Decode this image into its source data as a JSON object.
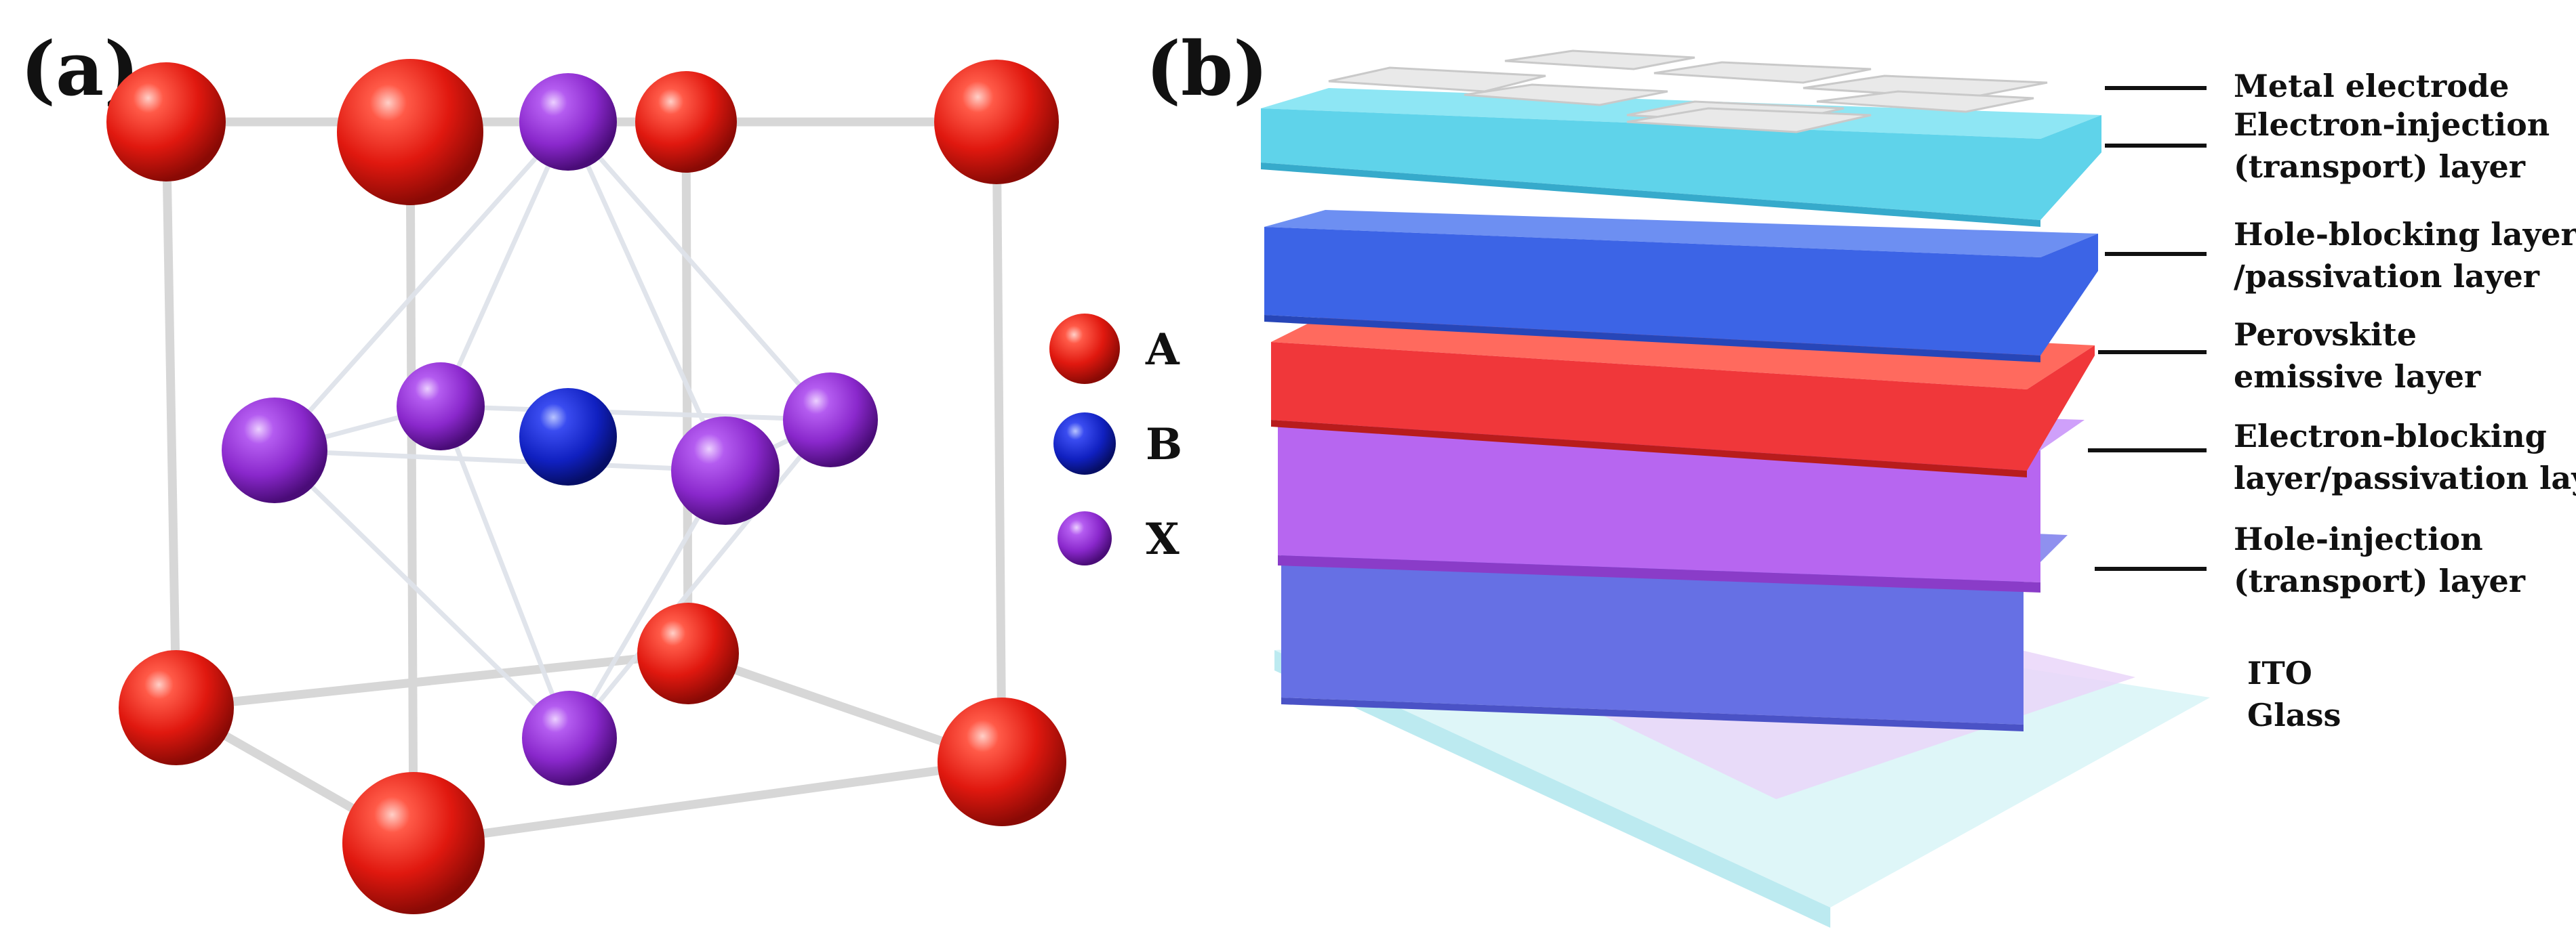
{
  "panel_a": {
    "label": "(a)",
    "legend": [
      {
        "name": "A",
        "color": "#e8221c"
      },
      {
        "name": "B",
        "color": "#1428c8"
      },
      {
        "name": "X",
        "color": "#9a2fd6"
      }
    ]
  },
  "panel_b": {
    "label": "(b)",
    "layers": [
      {
        "name": "Metal electrode",
        "color": "#e7e7e7"
      },
      {
        "name": "Electron-injection (transport) layer",
        "color": "#5fd6ec"
      },
      {
        "name": "Hole-blocking layer /passivation layer",
        "color": "#3f6be8"
      },
      {
        "name": "Perovskite emissive layer",
        "color": "#f23a3a"
      },
      {
        "name": "Electron-blocking layer/passivation layer",
        "color": "#b35ef0"
      },
      {
        "name": "Hole-injection (transport) layer",
        "color": "#6a72e6"
      },
      {
        "name": "ITO Glass",
        "color": "#bfeef3"
      }
    ],
    "labels": [
      [
        "Metal electrode"
      ],
      [
        "Electron-injection",
        "(transport) layer"
      ],
      [
        "Hole-blocking layer",
        "/passivation layer"
      ],
      [
        "Perovskite",
        "emissive layer"
      ],
      [
        "Electron-blocking",
        "layer/passivation layer"
      ],
      [
        "Hole-injection",
        "(transport) layer"
      ],
      [
        "ITO",
        "Glass"
      ]
    ]
  }
}
